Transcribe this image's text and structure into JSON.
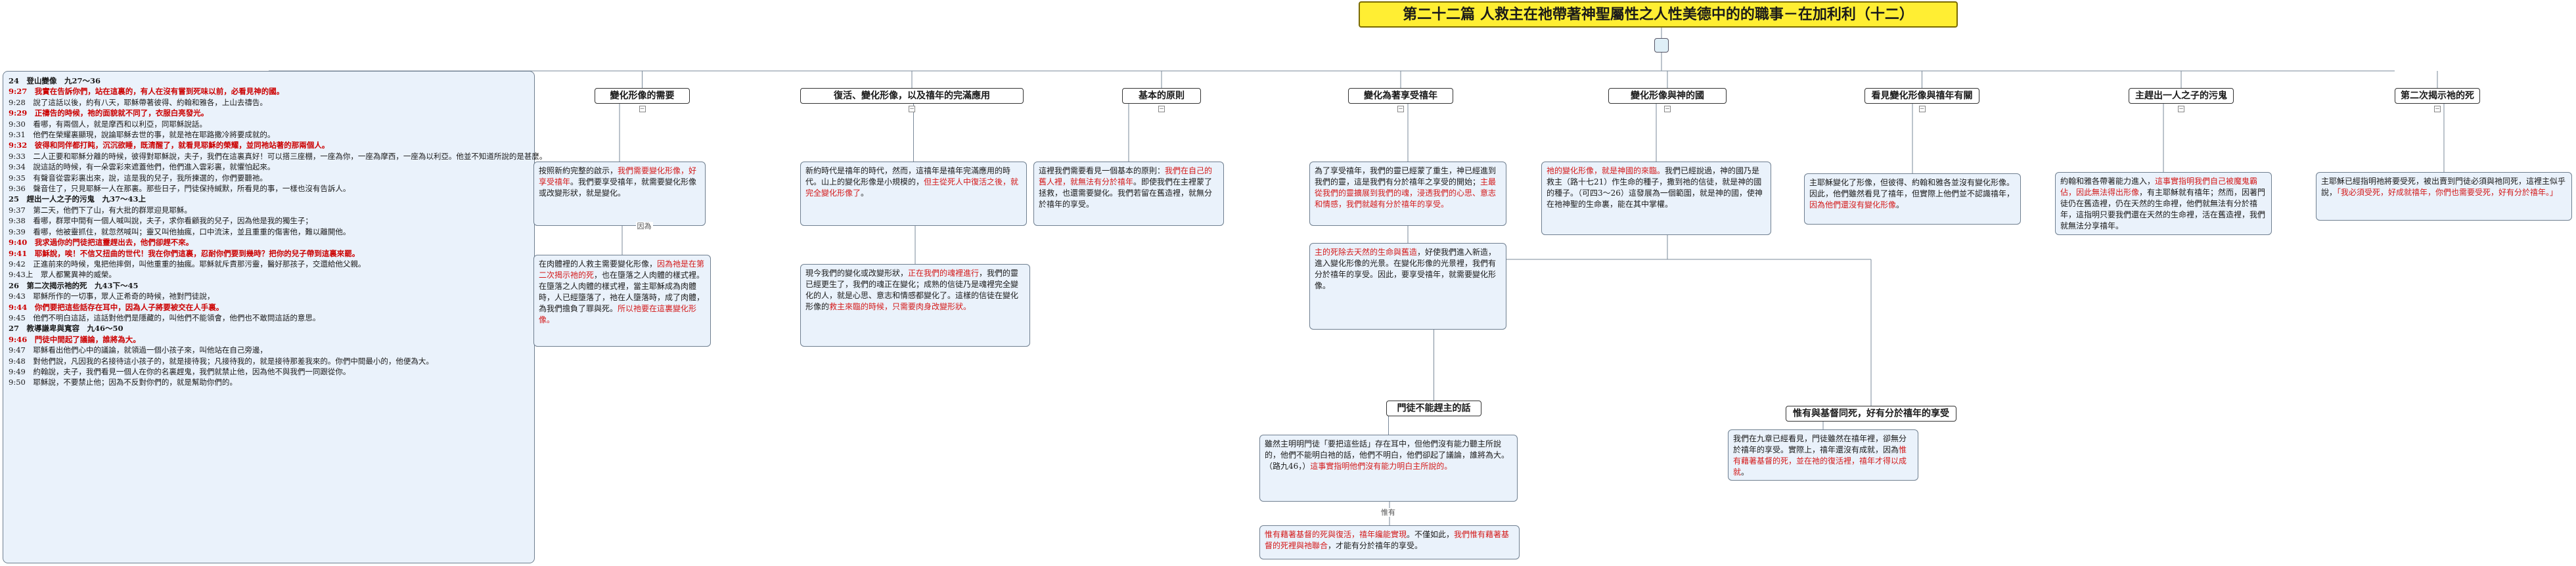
{
  "title": "第二十二篇 人救主在祂帶著神聖屬性之人性美德中的的職事－在加利利（十二）",
  "colors": {
    "title_bg": "#ffee33",
    "box_bg": "#eaf2fb",
    "highlight": "#d41a1a",
    "line": "#7a8a9a"
  },
  "summary": [
    {
      "text": "24　登山變像　九27～36",
      "kind": "head"
    },
    {
      "text": "9:27　我實在告訴你們，站在這裏的，有人在沒有嘗到死味以前，必看見神的國。",
      "kind": "red"
    },
    {
      "text": "9:28　說了這話以後，約有八天，耶穌帶著彼得、約翰和雅各，上山去禱告。",
      "kind": ""
    },
    {
      "text": "9:29　正禱告的時候，祂的面貌就不同了，衣服白亮發光。",
      "kind": "red"
    },
    {
      "text": "9:30　看哪，有兩個人，就是摩西和以利亞，同耶穌說話。",
      "kind": ""
    },
    {
      "text": "9:31　他們在榮耀裏顯現，說論耶穌去世的事，就是祂在耶路撒冷將要成就的。",
      "kind": ""
    },
    {
      "text": "9:32　彼得和同伴都打盹，沉沉欲睡，既清醒了，就看見耶穌的榮耀，並同祂站著的那兩個人。",
      "kind": "red"
    },
    {
      "text": "9:33　二人正要和耶穌分離的時候，彼得對耶穌說，夫子，我們在這裏真好！可以搭三座棚，一座為你，一座為摩西，一座為以利亞。他並不知道所說的是甚麼。",
      "kind": ""
    },
    {
      "text": "9:34　說這話的時候，有一朵雲彩來遮蓋他們，他們進入雲彩裏，就懼怕起來。",
      "kind": ""
    },
    {
      "text": "9:35　有聲音從雲彩裏出來，說，這是我的兒子，我所揀選的，你們要聽祂。",
      "kind": ""
    },
    {
      "text": "9:36　聲音住了，只見耶穌一人在那裏。那些日子，門徒保持緘默，所看見的事，一樣也沒有告訴人。",
      "kind": ""
    },
    {
      "text": "25　趕出一人之子的污鬼　九37～43上",
      "kind": "head"
    },
    {
      "text": "9:37　第二天，他們下了山，有大批的群眾迎見耶穌。",
      "kind": ""
    },
    {
      "text": "9:38　看哪，群眾中間有一個人喊叫說，夫子，求你看顧我的兒子，因為他是我的獨生子；",
      "kind": ""
    },
    {
      "text": "9:39　看哪，他被靈抓住，就忽然喊叫；靈又叫他抽瘋，口中流沫，並且重重的傷害他，難以離開他。",
      "kind": ""
    },
    {
      "text": "9:40　我求過你的門徒把這靈趕出去，他們卻趕不來。",
      "kind": "red"
    },
    {
      "text": "9:41　耶穌說，唉！不信又扭曲的世代！我在你們這裏，忍耐你們要到幾時？把你的兒子帶到這裏來罷。",
      "kind": "red"
    },
    {
      "text": "9:42　正進前來的時候，鬼把他摔倒，叫他重重的抽瘋。耶穌就斥責那污靈，醫好那孩子，交還給他父親。",
      "kind": ""
    },
    {
      "text": "9:43上　眾人都驚異神的威榮。",
      "kind": ""
    },
    {
      "text": "26　第二次揭示祂的死　九43下～45",
      "kind": "head"
    },
    {
      "text": "9:43　耶穌所作的一切事，眾人正希奇的時候，祂對門徒說，",
      "kind": ""
    },
    {
      "text": "9:44　你們要把這些話存在耳中，因為人子將要被交在人手裏。",
      "kind": "red"
    },
    {
      "text": "9:45　他們不明白這話，這話對他們是隱藏的，叫他們不能領會，他們也不敢問這話的意思。",
      "kind": ""
    },
    {
      "text": "27　教導謙卑與寬容　九46～50",
      "kind": "head"
    },
    {
      "text": "9:46　門徒中間起了議論，誰將為大。",
      "kind": "red"
    },
    {
      "text": "9:47　耶穌看出他們心中的議論，就領過一個小孩子來，叫他站在自己旁邊，",
      "kind": ""
    },
    {
      "text": "9:48　對他們說，凡因我的名接待這小孩子的，就是接待我；凡接待我的，就是接待那差我來的。你們中間最小的，他便為大。",
      "kind": ""
    },
    {
      "text": "9:49　約翰說，夫子，我們看見一個人在你的名裏趕鬼，我們就禁止他，因為他不與我們一同跟從你。",
      "kind": ""
    },
    {
      "text": "9:50　耶穌說，不要禁止他；因為不反對你們的，就是幫助你們的。",
      "kind": ""
    }
  ],
  "branches": [
    {
      "label": "變化形像的需要",
      "boxes": [
        {
          "parts": [
            {
              "t": "按照新約完整的啟示，"
            },
            {
              "t": "我們需要變化形像，好享受禧年",
              "hl": true
            },
            {
              "t": "。我們要享受禧年，就需要變化形像或改變形狀，就是變化。"
            }
          ]
        },
        {
          "parts": [
            {
              "t": "在肉體裡的人救主需要變化形像，"
            },
            {
              "t": "因為祂是在第二次揭示祂的死",
              "hl": true
            },
            {
              "t": "，也在墮落之人肉體的樣式裡。在墮落之人肉體的樣式裡，當主耶穌成為肉體時，人已經墮落了，祂在人墮落時，成了肉體，為我們擔負了罪與死。"
            },
            {
              "t": "所以祂要在這裏變化形像。",
              "hl": true
            }
          ]
        }
      ],
      "edge_label": "因為"
    },
    {
      "label": "復活、變化形像，以及禧年的完滿應用",
      "boxes": [
        {
          "parts": [
            {
              "t": "新約時代是禧年的時代，然而，這禧年是禧年完滿應用的時代。山上的變化形像是小規模的，"
            },
            {
              "t": "但主從死人中復活之後，就完全變化形像了",
              "hl": true
            },
            {
              "t": "。"
            }
          ]
        },
        {
          "parts": [
            {
              "t": "現今我們的變化或改變形狀，"
            },
            {
              "t": "正在我們的魂裡進行",
              "hl": true
            },
            {
              "t": "，我們的靈已經更生了，我們的魂正在變化；成熟的信徒乃是魂裡完全變化的人，就是心思、意志和情感都變化了。這樣的信徒在變化形像的"
            },
            {
              "t": "救主來臨的時候，只需要肉身改變形狀。",
              "hl": true
            }
          ]
        }
      ]
    },
    {
      "label": "基本的原則",
      "boxes": [
        {
          "parts": [
            {
              "t": "這裡我們需要看見一個基本的原則："
            },
            {
              "t": "我們在自己的舊人裡，就無法有分於禧年",
              "hl": true
            },
            {
              "t": "。即使我們在主裡蒙了拯救，也還需要變化。我們若留在舊造裡，就無分於禧年的享受。"
            }
          ]
        }
      ]
    },
    {
      "label": "變化為著享受禧年",
      "boxes": [
        {
          "parts": [
            {
              "t": "為了享受禧年，我們的靈已經蒙了重生，神已經進到我們的靈，這是我們有分於禧年之享受的開始；"
            },
            {
              "t": "主最從我們的靈擴展到我們的魂，浸透我們的心思、意志和情感，我們就越有分於禧年的享受。",
              "hl": true
            }
          ]
        },
        {
          "parts": [
            {
              "t": "主的死除去天然的生命與舊造",
              "hl": true
            },
            {
              "t": "，好使我們進入新造，進入變化形像的光景。在變化形像的光景裡，我們有分於禧年的享受。因此，要享受禧年，就需要變化形像。"
            }
          ]
        }
      ]
    },
    {
      "label": "變化形像與神的國",
      "boxes": [
        {
          "parts": [
            {
              "t": "祂的變化形像，就是神國的來臨。",
              "hl": true
            },
            {
              "t": "我們已經說過，神的國乃是救主（路十七21）作生命的種子，撒到祂的信徒，就是神的國的種子。（可四3～26）這發展為一個範圍，就是神的國，使神在祂神聖的生命裏，能在其中掌權。"
            }
          ]
        }
      ]
    },
    {
      "label": "看見變化形像與禧年有關",
      "boxes": [
        {
          "parts": [
            {
              "t": "主耶穌變化了形像，但彼得、約翰和雅各並沒有變化形像。因此，他們雖然看見了禧年，但實際上他們並不認識禧年，"
            },
            {
              "t": "因為他們還沒有變化形像",
              "hl": true
            },
            {
              "t": "。"
            }
          ]
        }
      ]
    },
    {
      "label": "主趕出一人之子的污鬼",
      "boxes": [
        {
          "parts": [
            {
              "t": "約翰和雅各帶著能力進入，"
            },
            {
              "t": "這事實指明我們自己被魔鬼霸佔，因此無法得出形像",
              "hl": true
            },
            {
              "t": "，有主耶穌就有禧年；然而，因著門徒仍在舊造裡，仍在天然的生命裡，他們就無法有分於禧年，這指明只要我們還在天然的生命裡，活在舊造裡，我們就無法分享禧年。"
            }
          ]
        }
      ]
    },
    {
      "label": "第二次揭示祂的死",
      "boxes": [
        {
          "parts": [
            {
              "t": "主耶穌已經指明祂將要受死，被出賣到門徒必須與祂同死，這裡主似乎說，"
            },
            {
              "t": "「我必須受死，好成就禧年，你們也需要受死，好有分於禧年。」",
              "hl": true
            }
          ]
        }
      ]
    }
  ],
  "sub_nodes": [
    {
      "label": "門徒不能趕主的話",
      "boxes": [
        {
          "parts": [
            {
              "t": "雖然主明明門徒「要把這些話」存在耳中，但他們沒有能力聽主所說的，他們不能明白祂的話，他們不明白，他們卻起了議論，誰將為大。（路九46，）"
            },
            {
              "t": "這事實指明他們沒有能力明白主所說的。",
              "hl": true
            }
          ]
        },
        {
          "parts": [
            {
              "t": "惟有藉著基督的死與復活，禧年纔能實現",
              "hl": true
            },
            {
              "t": "。不僅如此，"
            },
            {
              "t": "我們惟有藉著基督的死裡與祂聯合",
              "hl": true
            },
            {
              "t": "，才能有分於禧年的享受。"
            }
          ]
        }
      ],
      "edge_label": "惟有"
    },
    {
      "label": "惟有與基督同死，好有分於禧年的享受",
      "boxes": [
        {
          "parts": [
            {
              "t": "我們在九章已經看見，門徒雖然在禧年裡，卻無分於禧年的享受。實際上，禧年還沒有成就，因為"
            },
            {
              "t": "惟有藉著基督的死，並在祂的復活裡，禧年才得以成就",
              "hl": true
            },
            {
              "t": "。"
            }
          ]
        }
      ]
    }
  ]
}
